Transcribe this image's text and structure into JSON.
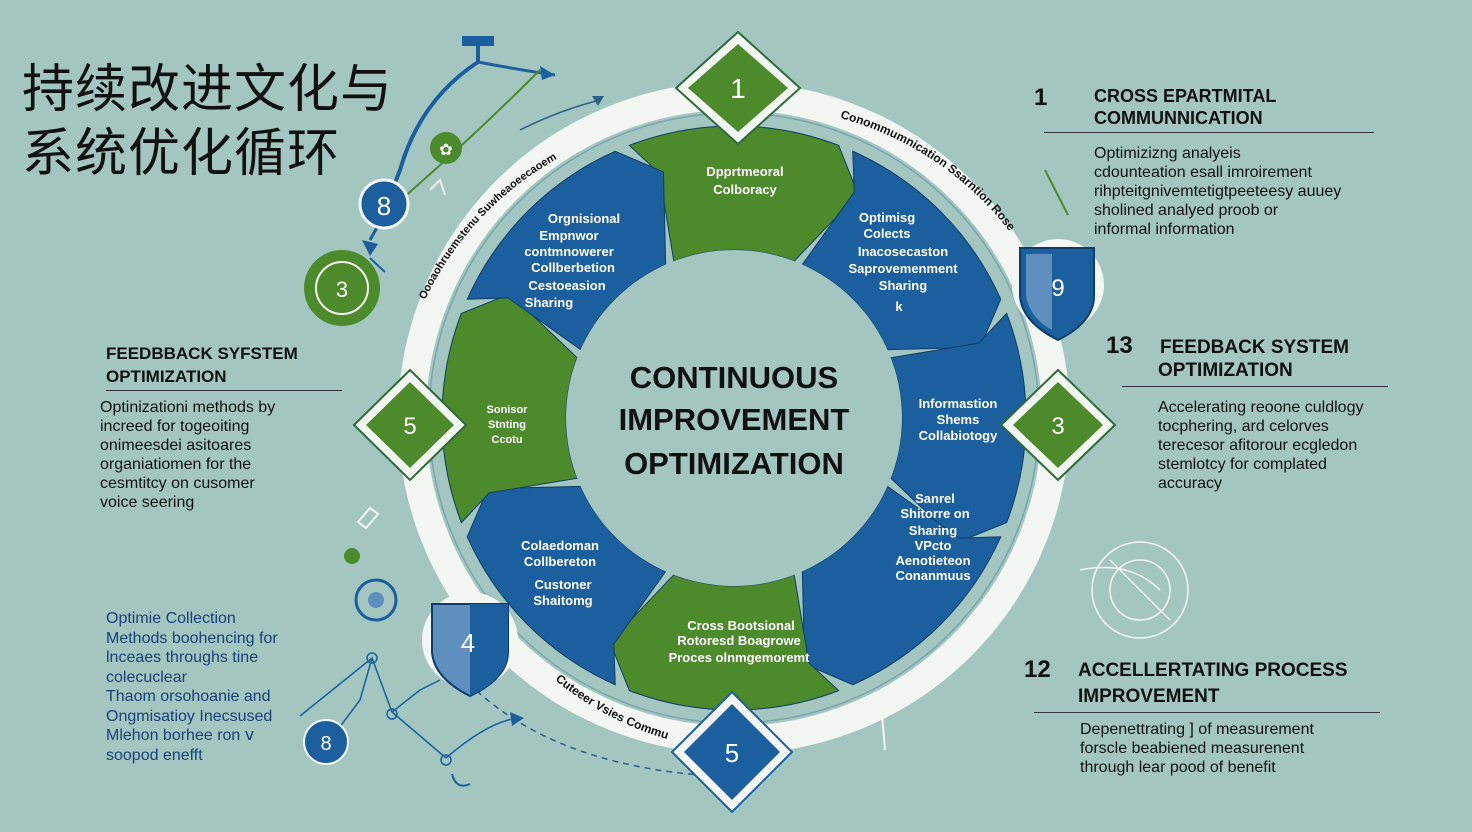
{
  "title": {
    "line1": "持续改进文化与",
    "line2": "系统优化循环"
  },
  "center": {
    "line1": "CONTINUOUS",
    "line2": "IMPROVEMENT",
    "line3": "OPTIMIZATION"
  },
  "segments": [
    {
      "lines": [
        "Dpprtmeoral",
        "Colboracy"
      ]
    },
    {
      "lines": [
        "Optimisg",
        "Colects",
        "Inacosecaston",
        "Saprovemenment",
        "Sharing",
        "k"
      ]
    },
    {
      "lines": [
        "Informastion",
        "Shems",
        "Collabiotogy"
      ]
    },
    {
      "lines": [
        "Sanrel",
        "Shitorre on",
        "Sharing",
        "VPcto",
        "Aenotieteon",
        "Conanmuus"
      ]
    },
    {
      "lines": [
        "Cross Bootsional",
        "Rotoresd Boagrowe",
        "Proces olnmgemoremt"
      ]
    },
    {
      "lines": [
        "Colaedoman",
        "Collbereton",
        "Custoner",
        "Shaitomg"
      ]
    },
    {
      "lines": [
        "Sonisor",
        "Stnting",
        "Ccotu"
      ]
    },
    {
      "lines": [
        "Orgnisional",
        "Empnwor",
        "contmnowerer",
        "Collberbetion",
        "Cestoeasion",
        "Sharing"
      ]
    }
  ],
  "ring_labels": {
    "top_right": "Conommumnication Ssarntion Roseum",
    "top_left": "Oooaohruemstenu Suwheaoeecaoemunity",
    "bottom": "Cuteeer Vsies Communikcstion"
  },
  "markers": {
    "top": "1",
    "right": "3",
    "left": "5",
    "bottom": "5",
    "shield_right": "9",
    "shield_left": "4",
    "circle_8": "8",
    "circle_green": "3",
    "circle_small_bottom": "8"
  },
  "panels": {
    "cross": {
      "num": "1",
      "head1": "CROSS EPARTMITAL",
      "head2": "COMMUNNICATION",
      "body": "Optimizizng analyeis\ncdounteation esall imroirement\nrihpteitgnivemtetigtpeeteesy auuey\nsholined analyed proob or\ninformal information"
    },
    "feedback_right": {
      "num": "13",
      "head1": "FEEDBACK SYSTEM",
      "head2": "OPTIMIZATION",
      "body": "Accelerating reoone culdlogy\ntocphering, ard celorves\nterecesor afitorour ecgledon\nstemlotcy for complated\naccuracy"
    },
    "accel": {
      "num": "12",
      "head1": "ACCELLERTATING PROCESS",
      "head2": "IMPROVEMENT",
      "body": "Depenettrating ] of measurement\nforscle beabiened measurenent\nthrough lear pood of benefit"
    },
    "feedback_left": {
      "head1": "FEEDBBACK SYFSTEM",
      "head2": "OPTIMIZATION",
      "body": "Optinizationi methods by\nincreed for togeoiting\nonimeesdei asitoares\norganiatiomen for the\ncesmtitcy on cusomer\nvoice seering"
    }
  },
  "blue_note": "Optimie Collection\nMethods boohencing for\nlnceaes throughs tine\ncolecuclear\nThaom orsohoanie and\nOngmisatioy Inecsused\nMlehon borhee ron ⅴ\nsoopod enefft",
  "colors": {
    "background": "#a3c7c0",
    "blue": "#1c5f9e",
    "green": "#4d8a2c",
    "ring": "#f4f6f4",
    "center_fill": "#a3c7c0",
    "dark_text": "#111111"
  }
}
